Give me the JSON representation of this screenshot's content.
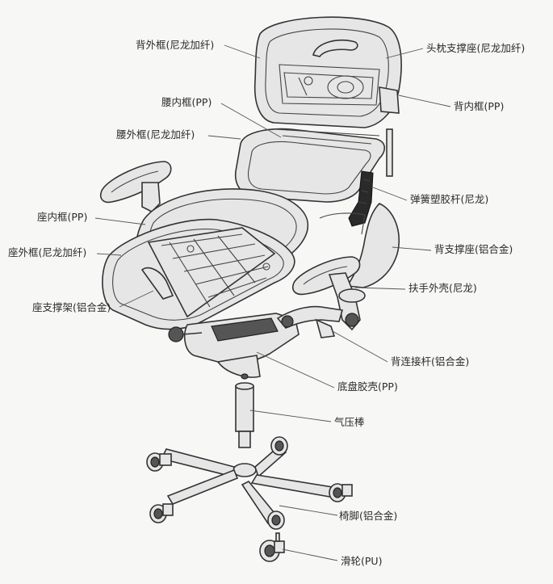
{
  "labels": {
    "back_outer_frame": "背外框(尼龙加纤)",
    "headrest_seat": "头枕支撑座(尼龙加纤)",
    "waist_inner_frame": "腰内框(PP)",
    "back_inner_frame": "背内框(PP)",
    "waist_outer_frame": "腰外框(尼龙加纤)",
    "spring_rod": "弹簧塑胶杆(尼龙)",
    "seat_inner_frame": "座内框(PP)",
    "back_support_seat": "背支撑座(铝合金)",
    "seat_outer_frame": "座外框(尼龙加纤)",
    "armrest_shell": "扶手外壳(尼龙)",
    "seat_bracket": "座支撑架(铝合金)",
    "back_connector": "背连接杆(铝合金)",
    "chassis_shell": "底盘胶壳(PP)",
    "gas_lift": "气压棒",
    "chair_base": "椅脚(铝合金)",
    "caster": "滑轮(PU)"
  }
}
